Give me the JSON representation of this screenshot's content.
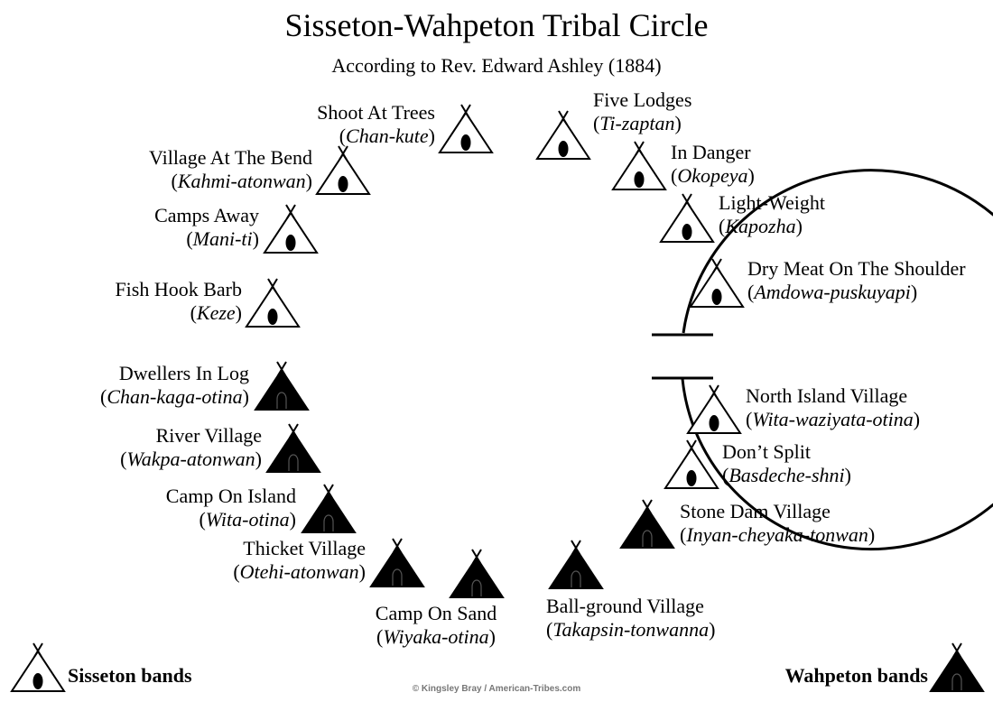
{
  "title": "Sisseton-Wahpeton Tribal Circle",
  "subtitle": "According to Rev. Edward Ashley (1884)",
  "credit": "© Kingsley Bray / American-Tribes.com",
  "icon": "tipi-icon",
  "colors": {
    "sisseton": "#ffffff",
    "wahpeton": "#000000",
    "ink": "#000000",
    "credit": "#777777"
  },
  "legend": {
    "sisseton": "Sisseton bands",
    "wahpeton": "Wahpeton bands"
  },
  "bands": [
    {
      "name": "Shoot At Trees",
      "native": "Chan-kute",
      "group": "sisseton"
    },
    {
      "name": "Five Lodges",
      "native": "Ti-zaptan",
      "group": "sisseton"
    },
    {
      "name": "In Danger",
      "native": "Okopeya",
      "group": "sisseton"
    },
    {
      "name": "Light-Weight",
      "native": "Kapozha",
      "group": "sisseton"
    },
    {
      "name": "Dry Meat On The Shoulder",
      "native": "Amdowa-puskuyapi",
      "group": "sisseton"
    },
    {
      "name": "Village At The Bend",
      "native": "Kahmi-atonwan",
      "group": "sisseton"
    },
    {
      "name": "Camps Away",
      "native": "Mani-ti",
      "group": "sisseton"
    },
    {
      "name": "Fish Hook Barb",
      "native": "Keze",
      "group": "sisseton"
    },
    {
      "name": "North Island Village",
      "native": "Wita-waziyata-otina",
      "group": "sisseton"
    },
    {
      "name": "Don’t Split",
      "native": "Basdeche-shni",
      "group": "sisseton"
    },
    {
      "name": "Dwellers In Log",
      "native": "Chan-kaga-otina",
      "group": "wahpeton"
    },
    {
      "name": "River Village",
      "native": "Wakpa-atonwan",
      "group": "wahpeton"
    },
    {
      "name": "Camp On Island",
      "native": "Wita-otina",
      "group": "wahpeton"
    },
    {
      "name": "Thicket Village",
      "native": "Otehi-atonwan",
      "group": "wahpeton"
    },
    {
      "name": "Camp On Sand",
      "native": "Wiyaka-otina",
      "group": "wahpeton"
    },
    {
      "name": "Ball-ground Village",
      "native": "Takapsin-tonwanna",
      "group": "wahpeton"
    },
    {
      "name": "Stone Dam Village",
      "native": "Inyan-cheyaka-tonwan",
      "group": "wahpeton"
    }
  ]
}
